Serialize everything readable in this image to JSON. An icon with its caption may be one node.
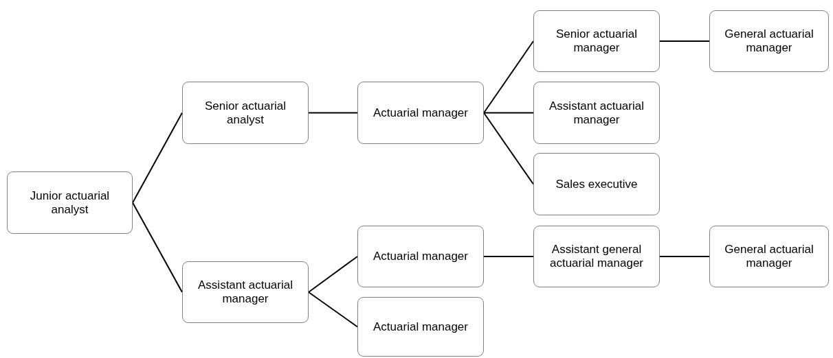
{
  "diagram": {
    "nodes": [
      {
        "text": [
          "Junior actuarial analyst"
        ]
      },
      {
        "text": [
          "Senior actuarial analyst"
        ]
      },
      {
        "text": [
          "Actuarial manager"
        ]
      },
      {
        "text": [
          "Senior actuarial manager"
        ]
      },
      {
        "text": [
          "General actuarial manager"
        ]
      },
      {
        "text": [
          "Assistant actuarial manager"
        ]
      },
      {
        "text": [
          "Sales executive"
        ]
      },
      {
        "text": [
          "Assistant actuarial manager"
        ]
      },
      {
        "text": [
          "Actuarial manager"
        ]
      },
      {
        "text": [
          "Assistant general actuarial manager"
        ]
      },
      {
        "text": [
          "General actuarial manager"
        ]
      },
      {
        "text": [
          "Actuarial manager"
        ]
      }
    ],
    "edges": [
      {
        "from": 0,
        "to": 1,
        "arrow": "none"
      },
      {
        "from": 0,
        "to": 7,
        "arrow": "none"
      },
      {
        "from": 1,
        "to": 2,
        "arrow": "none"
      },
      {
        "from": 2,
        "to": 3,
        "arrow": "none"
      },
      {
        "from": 2,
        "to": 5,
        "arrow": "none"
      },
      {
        "from": 2,
        "to": 6,
        "arrow": "none"
      },
      {
        "from": 3,
        "to": 4,
        "arrow": "none"
      },
      {
        "from": 7,
        "to": 8,
        "arrow": "none"
      },
      {
        "from": 7,
        "to": 11,
        "arrow": "none"
      },
      {
        "from": 8,
        "to": 9,
        "arrow": "none"
      },
      {
        "from": 9,
        "to": 10,
        "arrow": "none"
      }
    ]
  }
}
